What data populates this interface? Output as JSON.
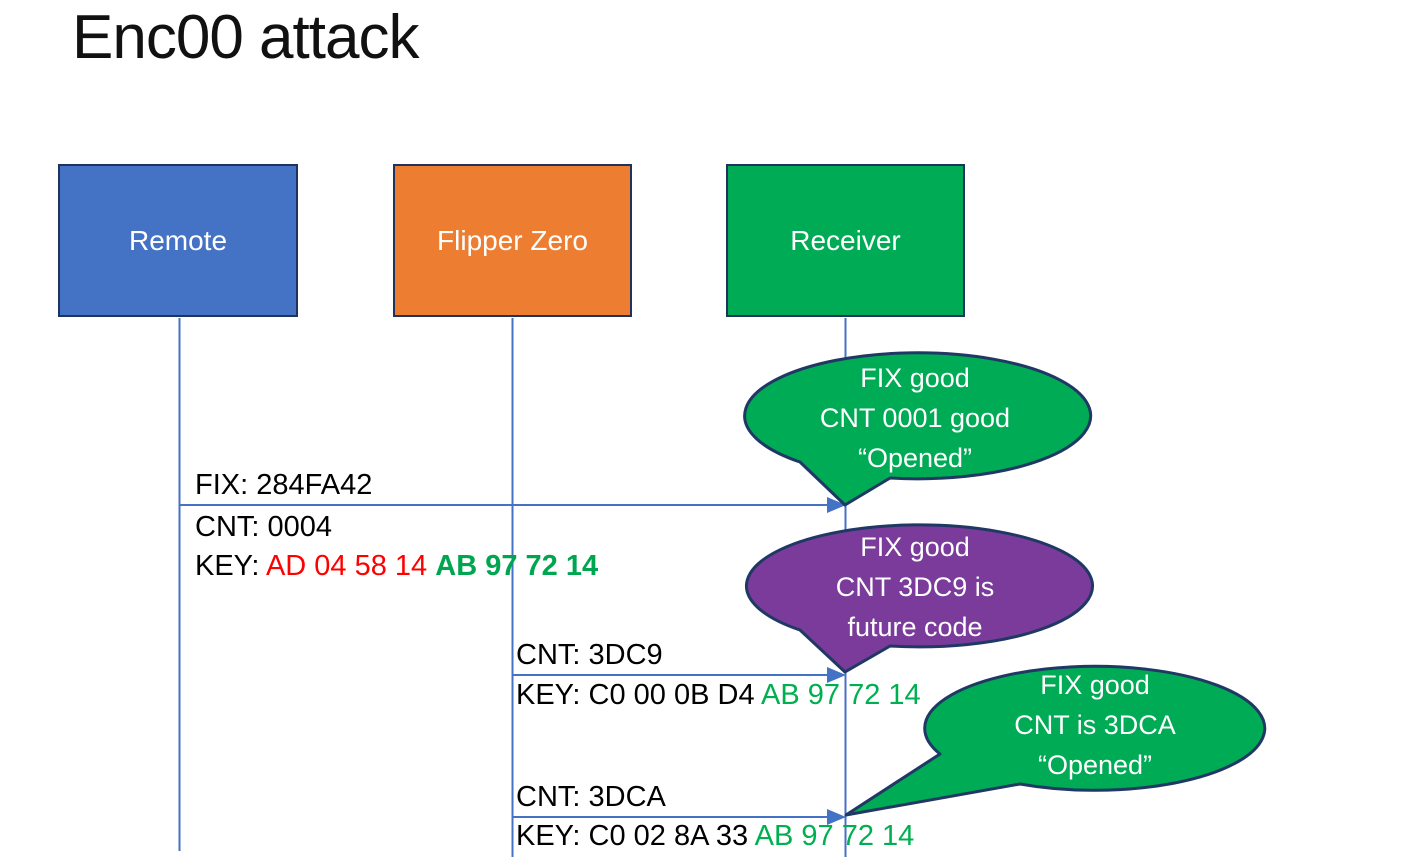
{
  "title": "Enc00 attack",
  "actors": [
    {
      "label": "Remote",
      "color": "#4472C4"
    },
    {
      "label": "Flipper Zero",
      "color": "#ED7D31"
    },
    {
      "label": "Receiver",
      "color": "#00AB55"
    }
  ],
  "messages": [
    {
      "from": "Remote",
      "to": "Receiver",
      "fix": "FIX: 284FA42",
      "cnt": "CNT: 0004",
      "key_prefix": "KEY: ",
      "key_red": "AD 04 58 14 ",
      "key_green": "AB 97 72 14"
    },
    {
      "from": "Flipper Zero",
      "to": "Receiver",
      "cnt": "CNT: 3DC9",
      "key_prefix": "KEY: C0 00 0B D4 ",
      "key_green": "AB 97 72 14"
    },
    {
      "from": "Flipper Zero",
      "to": "Receiver",
      "cnt": "CNT: 3DCA",
      "key_prefix": "KEY: C0 02 8A 33 ",
      "key_green": "AB 97 72 14"
    }
  ],
  "bubbles": [
    {
      "color": "#00AB55",
      "lines": [
        "FIX good",
        "CNT 0001 good",
        "“Opened”"
      ]
    },
    {
      "color": "#7A3B9B",
      "lines": [
        "FIX good",
        "CNT 3DC9 is",
        "future code"
      ]
    },
    {
      "color": "#00AB55",
      "lines": [
        "FIX good",
        "CNT is 3DCA",
        "“Opened”"
      ]
    }
  ],
  "colors": {
    "arrow_blue": "#4472C4",
    "outline_navy": "#1F3864",
    "key_red": "#FF0000",
    "key_green": "#00B050",
    "bubble_green": "#00AB55",
    "bubble_purple": "#7A3B9B",
    "box_blue": "#4472C4",
    "box_orange": "#ED7D31",
    "box_green": "#00AB55"
  }
}
